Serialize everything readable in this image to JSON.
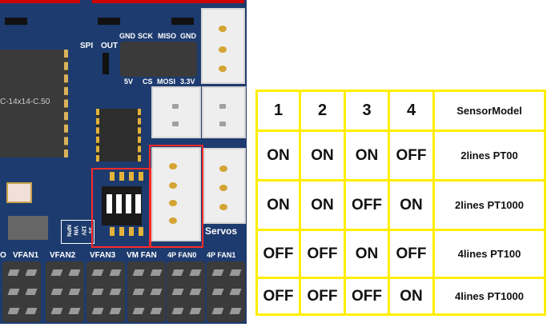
{
  "pcb": {
    "chip_label": "C-14x14-C.50",
    "spi_labels": {
      "spi": "SPI",
      "out": "OUT",
      "top": [
        "GND",
        "SCK",
        "MISO",
        "GND"
      ],
      "bottom": [
        "5V",
        "CS",
        "MOSI",
        "3.3V"
      ]
    },
    "dip_labels": [
      "NPN",
      "VIN",
      "12V",
      "5V"
    ],
    "servos_label": "Servos",
    "fan_labels": [
      "O",
      "VFAN1",
      "VFAN2",
      "VFAN3",
      "VM FAN",
      "4P FAN0",
      "4P FAN1"
    ]
  },
  "table": {
    "headers": [
      "1",
      "2",
      "3",
      "4",
      "SensorModel"
    ],
    "rows": [
      {
        "switches": [
          "ON",
          "ON",
          "ON",
          "OFF"
        ],
        "model": "2lines PT00"
      },
      {
        "switches": [
          "ON",
          "ON",
          "OFF",
          "ON"
        ],
        "model": "2lines PT1000"
      },
      {
        "switches": [
          "OFF",
          "OFF",
          "ON",
          "OFF"
        ],
        "model": "4lines PT100"
      },
      {
        "switches": [
          "OFF",
          "OFF",
          "OFF",
          "ON"
        ],
        "model": "4lines PT1000"
      }
    ]
  },
  "colors": {
    "pcb": "#1d3b6e",
    "highlight": "#ff2a2a",
    "table_border": "#ffee00"
  }
}
